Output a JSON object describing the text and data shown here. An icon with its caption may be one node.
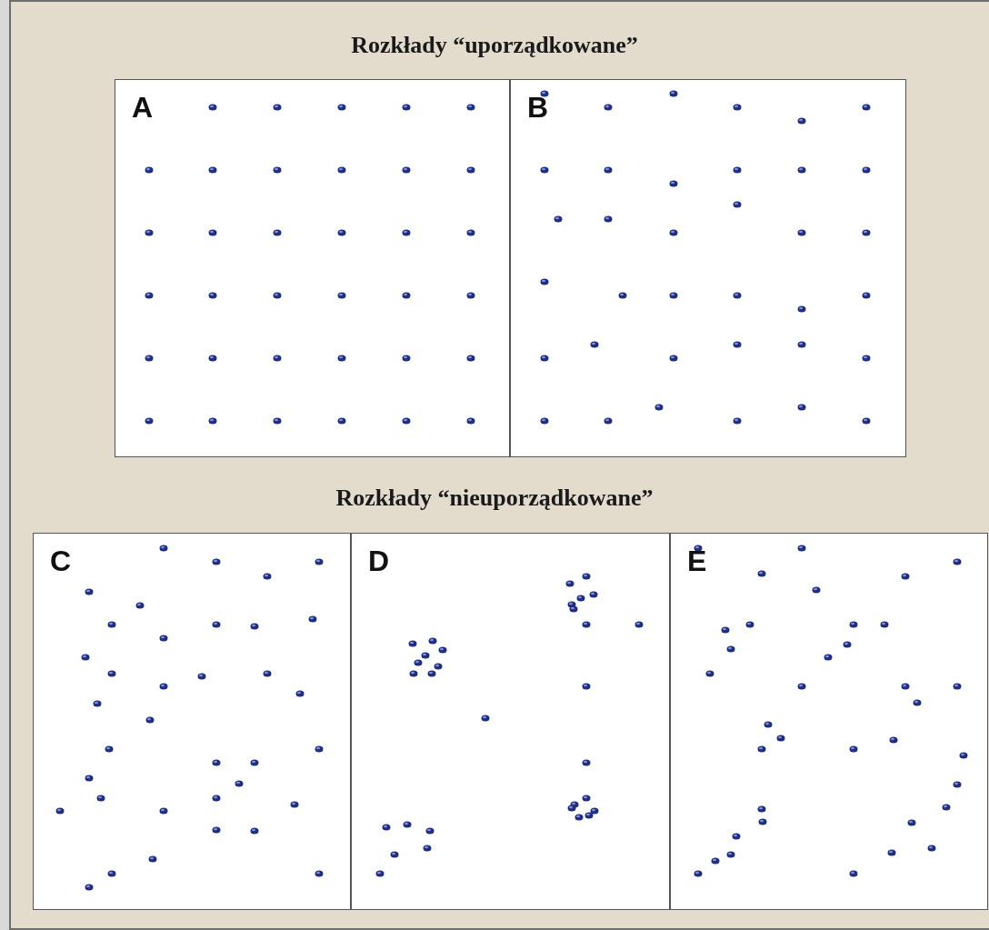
{
  "diagram": {
    "nodes": [
      {
        "text": [
          "A"
        ]
      },
      {
        "text": [
          "B"
        ]
      },
      {
        "text": [
          "C"
        ]
      },
      {
        "text": [
          "D"
        ]
      },
      {
        "text": [
          "E"
        ]
      }
    ],
    "labels": [
      "Rozkłady “uporządkowane”",
      "Rozkłady “nieuporządkowane”"
    ]
  }
}
